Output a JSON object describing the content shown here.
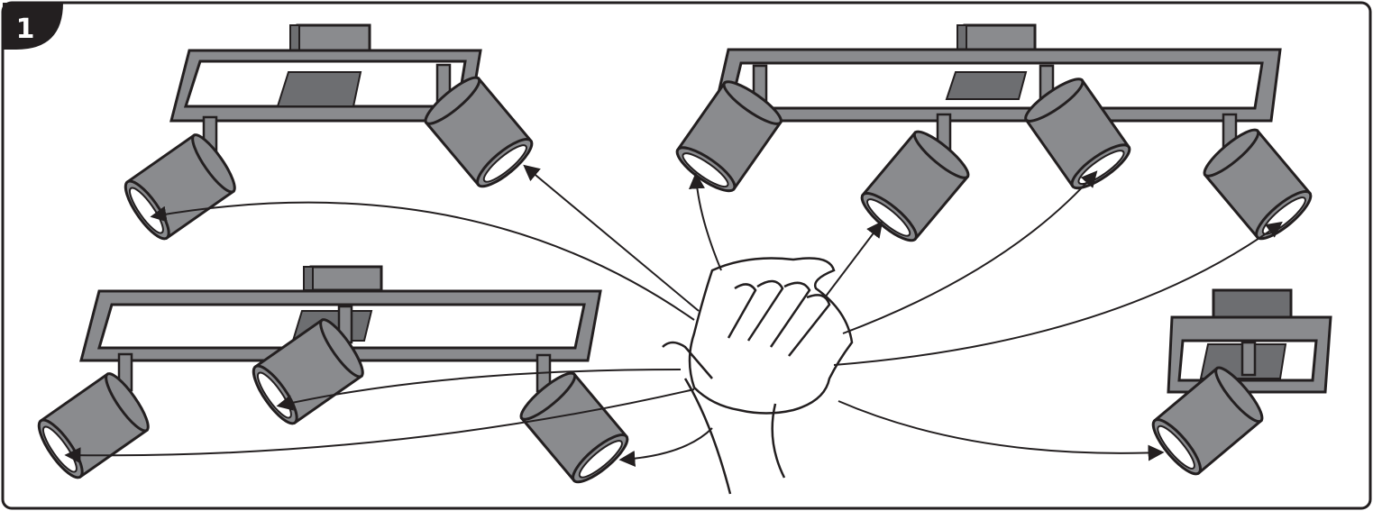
{
  "step": {
    "number": "1"
  },
  "colors": {
    "outline": "#231f20",
    "body": "#8a8b8e",
    "body_dark": "#6d6e71",
    "frame_light": "#a7a9ac",
    "badge": "#231f20",
    "badge_text": "#ffffff"
  },
  "illustration": {
    "fixtures": [
      {
        "name": "two-spot-bar-top-left",
        "spots": 2
      },
      {
        "name": "four-spot-bar-top-right",
        "spots": 4
      },
      {
        "name": "three-spot-bar-bottom-left",
        "spots": 3
      },
      {
        "name": "single-spot-bottom-right",
        "spots": 1
      }
    ],
    "hand": "hand-with-cloth-icon",
    "arrows": 10
  }
}
